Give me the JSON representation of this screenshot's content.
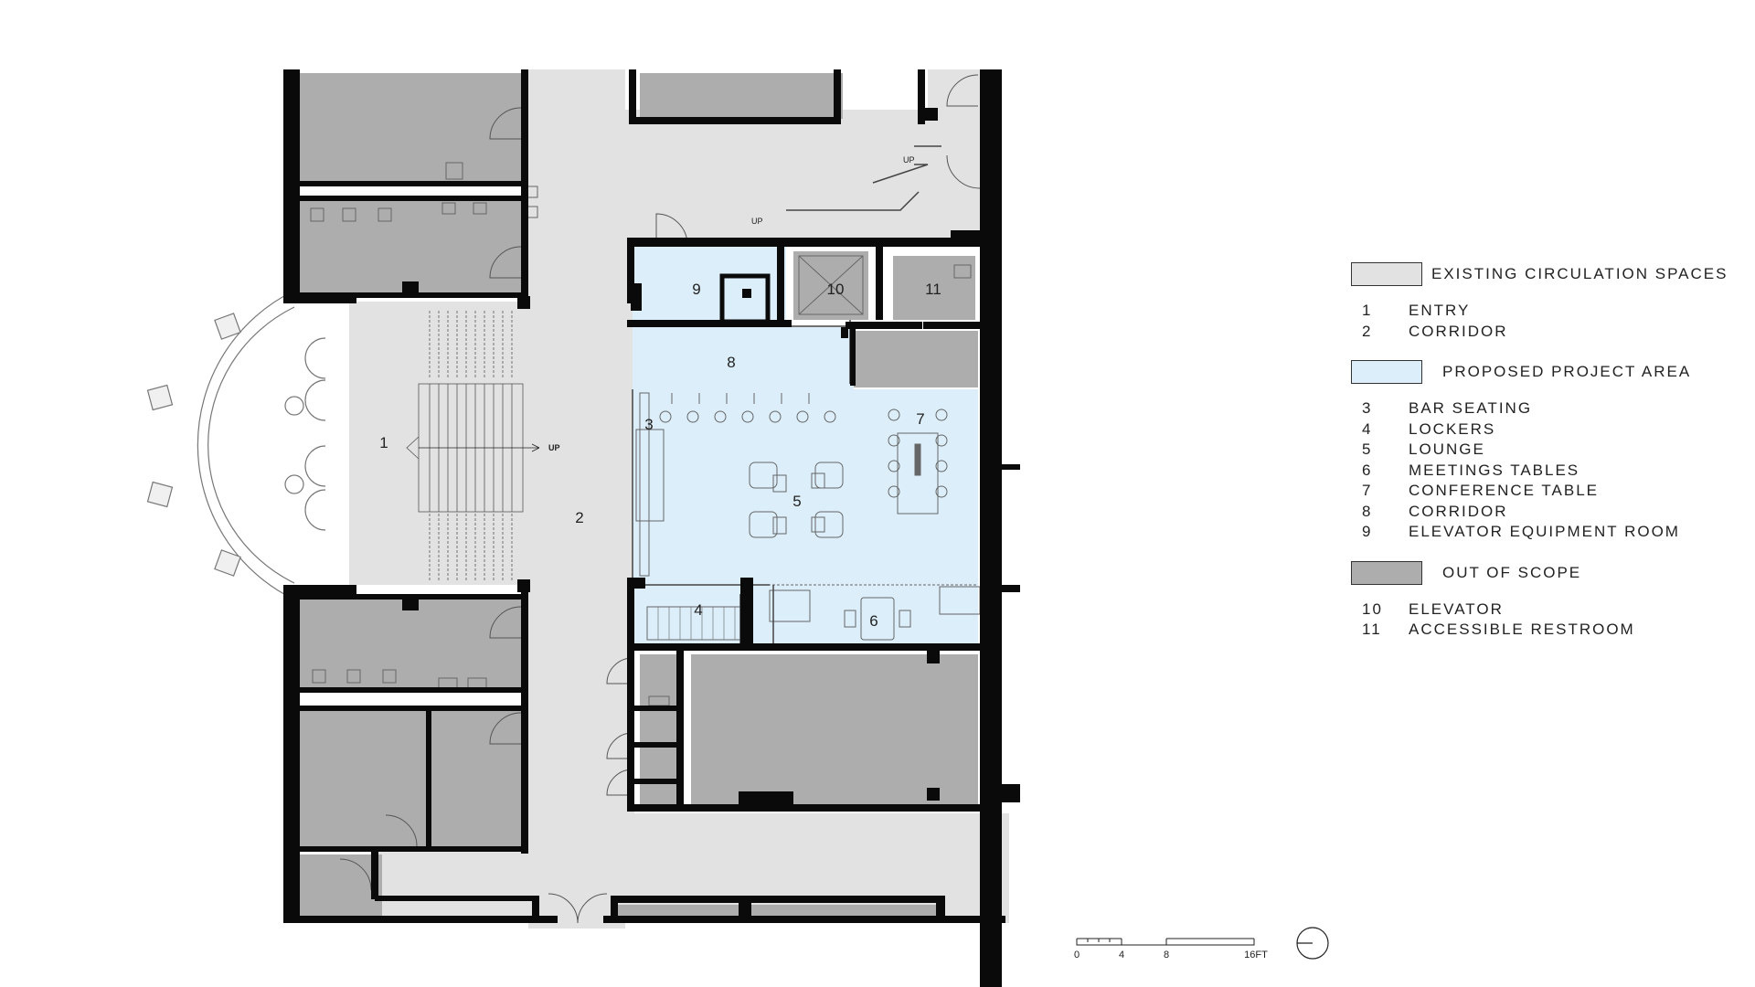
{
  "colors": {
    "circulation": "#e2e2e2",
    "project": "#dbeef9",
    "out_of_scope": "#adadad",
    "wall": "#0a0a0a",
    "line": "#333333"
  },
  "rooms": {
    "r1": "1",
    "r2": "2",
    "r3": "3",
    "r4": "4",
    "r5": "5",
    "r6": "6",
    "r7": "7",
    "r8": "8",
    "r9": "9",
    "r10": "10",
    "r11": "11"
  },
  "stair_labels": {
    "main_up": "UP",
    "up_north_1": "UP",
    "up_north_2": "UP"
  },
  "scale_bar": {
    "ticks": [
      "0",
      "4",
      "8",
      "16FT"
    ]
  },
  "legend": {
    "circulation": {
      "label": "EXISTING CIRCULATION SPACES",
      "items": [
        {
          "num": "1",
          "label": "ENTRY"
        },
        {
          "num": "2",
          "label": "CORRIDOR"
        }
      ]
    },
    "project": {
      "label": "PROPOSED PROJECT AREA",
      "items": [
        {
          "num": "3",
          "label": "BAR SEATING"
        },
        {
          "num": "4",
          "label": "LOCKERS"
        },
        {
          "num": "5",
          "label": "LOUNGE"
        },
        {
          "num": "6",
          "label": "MEETINGS TABLES"
        },
        {
          "num": "7",
          "label": "CONFERENCE TABLE"
        },
        {
          "num": "8",
          "label": "CORRIDOR"
        },
        {
          "num": "9",
          "label": "ELEVATOR EQUIPMENT ROOM"
        }
      ]
    },
    "out_of_scope": {
      "label": "OUT OF SCOPE",
      "items": [
        {
          "num": "10",
          "label": "ELEVATOR"
        },
        {
          "num": "11",
          "label": "ACCESSIBLE RESTROOM"
        }
      ]
    }
  }
}
